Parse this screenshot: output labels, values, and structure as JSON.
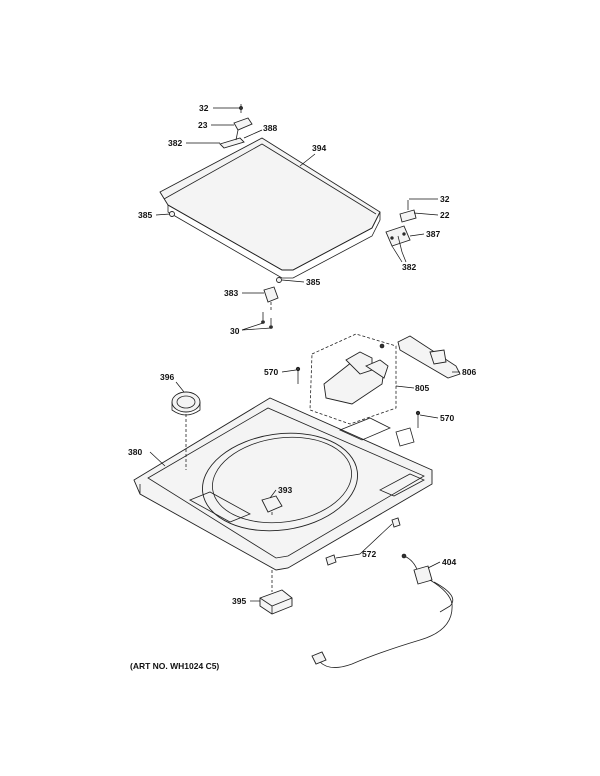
{
  "callouts": {
    "c32a": "32",
    "c23": "23",
    "c382a": "382",
    "c388": "388",
    "c394": "394",
    "c385a": "385",
    "c32b": "32",
    "c22": "22",
    "c387": "387",
    "c382b": "382",
    "c383": "383",
    "c385b": "385",
    "c30": "30",
    "c570a": "570",
    "c805": "805",
    "c806": "806",
    "c396": "396",
    "c570b": "570",
    "c380": "380",
    "c393": "393",
    "c572": "572",
    "c404": "404",
    "c395": "395"
  },
  "art_note": "(ART NO. WH1024 C5)"
}
